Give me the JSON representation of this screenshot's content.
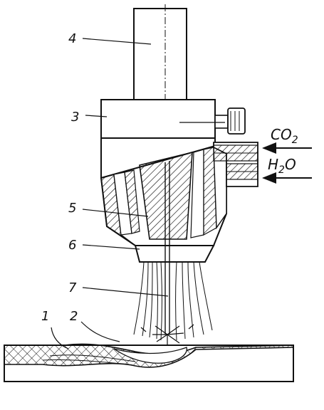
{
  "callouts": {
    "c1": "1",
    "c2": "2",
    "c3": "3",
    "c4": "4",
    "c5": "5",
    "c6": "6",
    "c7": "7"
  },
  "inputs": {
    "gas": "CO",
    "gas_sub": "2",
    "water": "H",
    "water_sub": "2",
    "water_tail": "O"
  },
  "colors": {
    "ink": "#111111",
    "paper": "#ffffff"
  }
}
